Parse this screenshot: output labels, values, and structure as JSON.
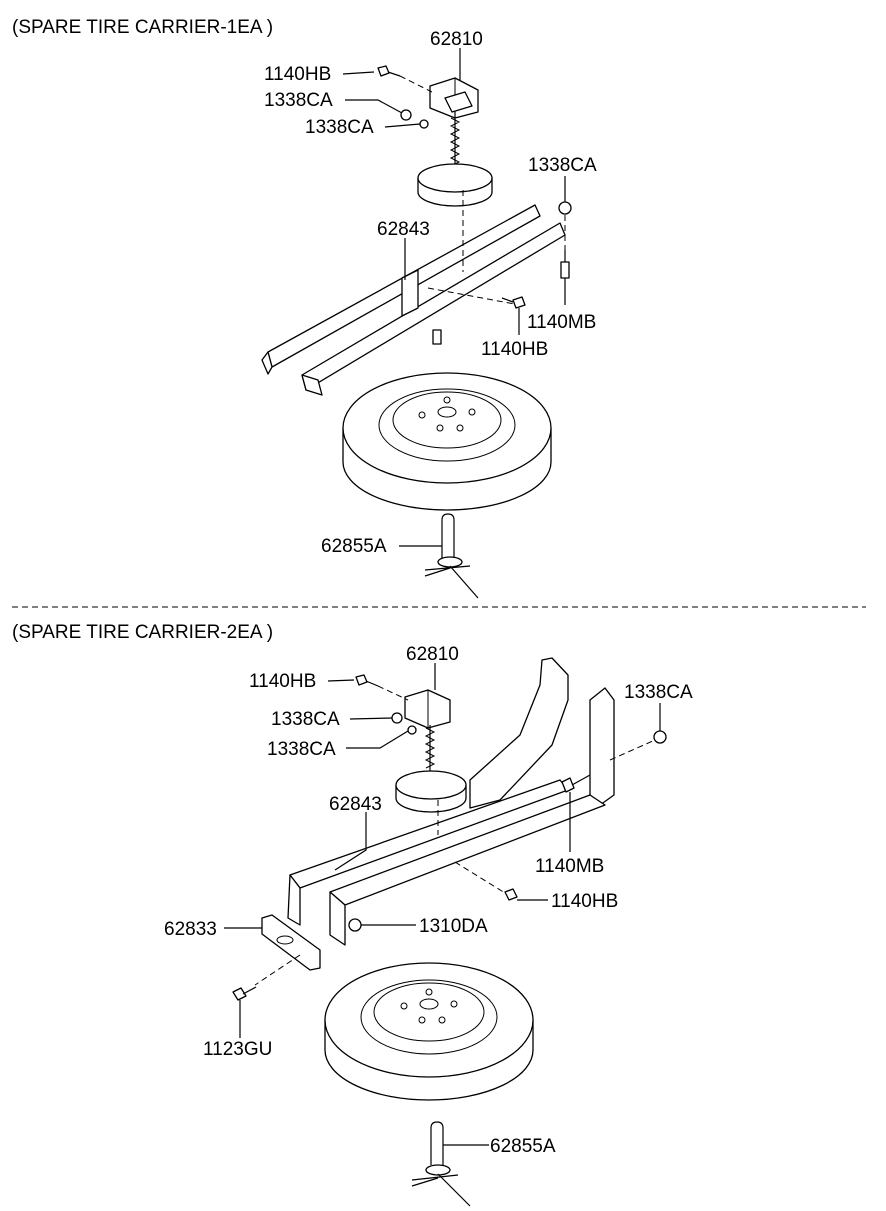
{
  "sections": [
    {
      "title": "(SPARE TIRE CARRIER-1EA )",
      "labels": {
        "p62810": "62810",
        "p1140hb_top": "1140HB",
        "p1338ca_a": "1338CA",
        "p1338ca_b": "1338CA",
        "p1338ca_c": "1338CA",
        "p62843": "62843",
        "p1140mb": "1140MB",
        "p1140hb_mid": "1140HB",
        "p62855a": "62855A"
      }
    },
    {
      "title": "(SPARE TIRE CARRIER-2EA )",
      "labels": {
        "p62810": "62810",
        "p1140hb_top": "1140HB",
        "p1338ca_a": "1338CA",
        "p1338ca_b": "1338CA",
        "p1338ca_c": "1338CA",
        "p62843": "62843",
        "p1140mb": "1140MB",
        "p1140hb_mid": "1140HB",
        "p1310da": "1310DA",
        "p62833": "62833",
        "p1123gu": "1123GU",
        "p62855a": "62855A"
      }
    }
  ]
}
